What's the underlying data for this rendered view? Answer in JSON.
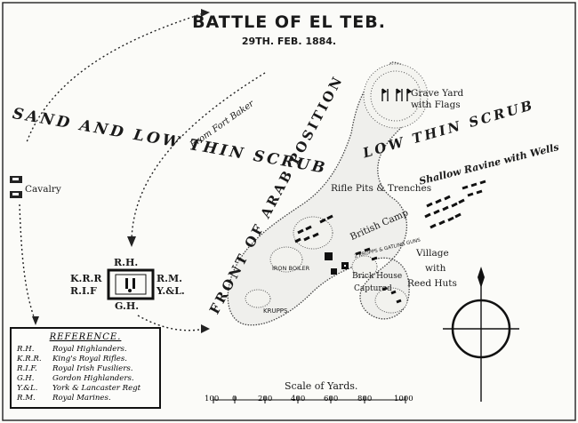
{
  "title": "BATTLE OF EL TEB.",
  "date": "29TH. FEB. 1884.",
  "labels": {
    "sand_scrub": "SAND AND LOW THIN SCRUB",
    "low_scrub": "LOW THIN SCRUB",
    "front": "FRONT OF ARAB POSITION",
    "from_fort_baker": "From Fort Baker",
    "cavalry": "Cavalry",
    "grave_yard": "Grave Yard",
    "with_flags": "with Flags",
    "shallow_ravine": "Shallow Ravine with Wells",
    "rifle_pits": "Rifle Pits & Trenches",
    "british_camp": "British Camp",
    "village": "Village",
    "with": "with",
    "reed_huts": "Reed Huts",
    "iron_boiler": "IRON BOILER",
    "krupps": "KRUPPS",
    "guns": "2 KRUPPS & GATLING GUNS",
    "brick_house": "Brick House",
    "captured": "Captured"
  },
  "square": {
    "top": "R.H.",
    "left_top": "K.R.R",
    "left_bottom": "R.I.F",
    "right_top": "R.M.",
    "right_bottom": "Y.&L.",
    "bottom": "G.H."
  },
  "legend": {
    "title": "REFERENCE.",
    "entries": [
      {
        "abbr": "R.H.",
        "full": "Royal Highlanders."
      },
      {
        "abbr": "K.R.R.",
        "full": "King's Royal Rifles."
      },
      {
        "abbr": "R.I.F.",
        "full": "Royal Irish Fusiliers."
      },
      {
        "abbr": "G.H.",
        "full": "Gordon Highlanders."
      },
      {
        "abbr": "Y.&L.",
        "full": "York & Lancaster Regt"
      },
      {
        "abbr": "R.M.",
        "full": "Royal Marines."
      }
    ]
  },
  "scale": {
    "title": "Scale of Yards.",
    "ticks": [
      "100",
      "0",
      "200",
      "400",
      "600",
      "800",
      "1000"
    ]
  }
}
